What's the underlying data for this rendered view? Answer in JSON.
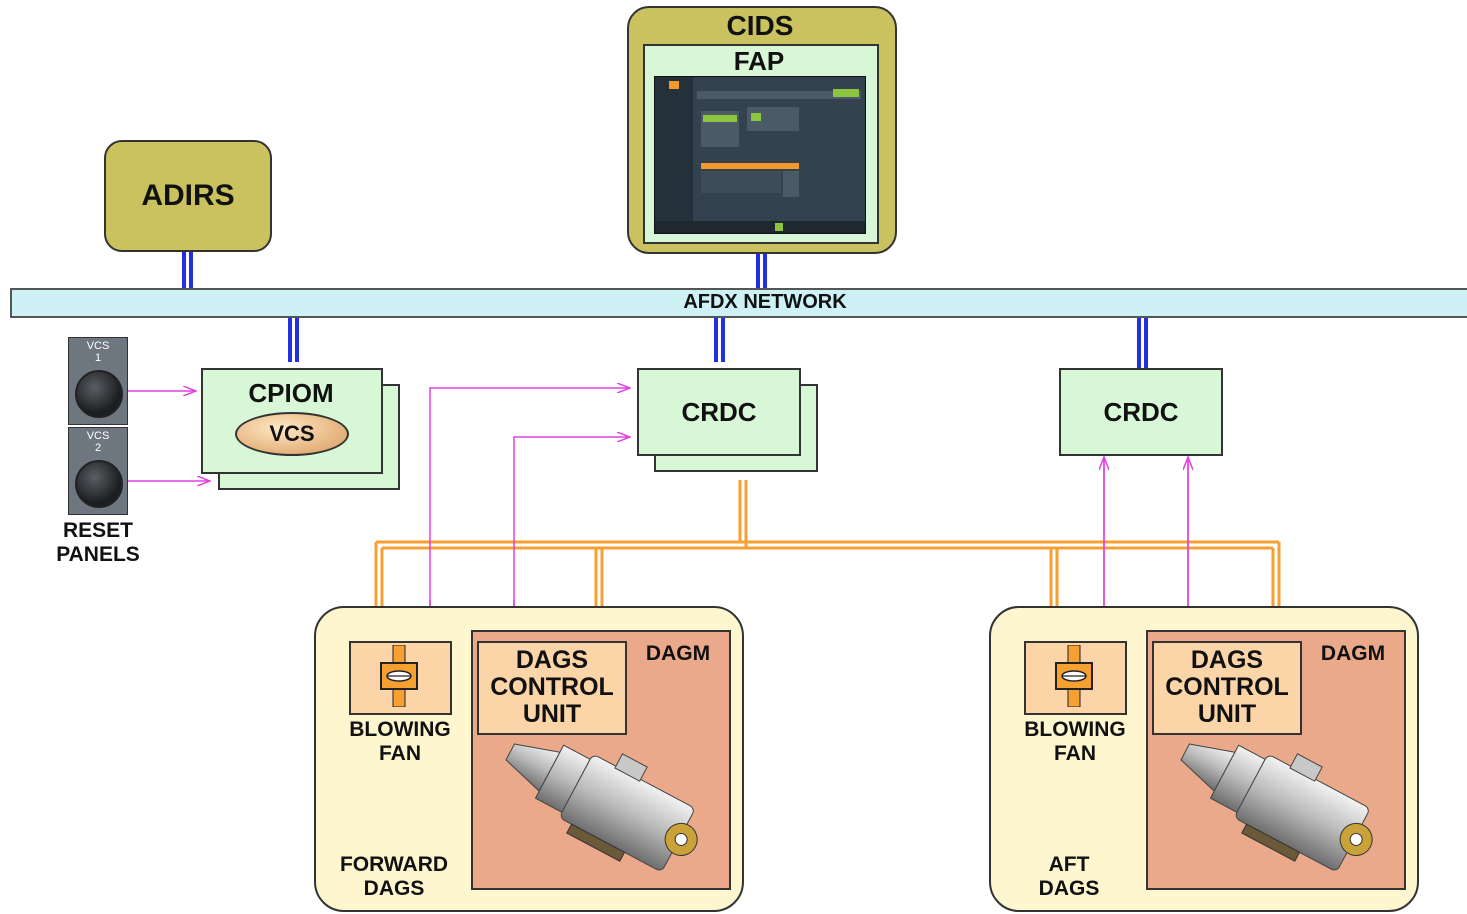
{
  "cids": {
    "title": "CIDS",
    "fap": "FAP"
  },
  "adirs": "ADIRS",
  "network": "AFDX NETWORK",
  "cpiom": {
    "title": "CPIOM",
    "vcs": "VCS"
  },
  "crdc_left": "CRDC",
  "crdc_right": "CRDC",
  "reset_panels": {
    "label_line1": "RESET",
    "label_line2": "PANELS",
    "panel1_line1": "VCS",
    "panel1_line2": "1",
    "panel2_line1": "VCS",
    "panel2_line2": "2"
  },
  "forward": {
    "fan_line1": "BLOWING",
    "fan_line2": "FAN",
    "dcu_line1": "DAGS",
    "dcu_line2": "CONTROL",
    "dcu_line3": "UNIT",
    "dagm": "DAGM",
    "group_line1": "FORWARD",
    "group_line2": "DAGS"
  },
  "aft": {
    "fan_line1": "BLOWING",
    "fan_line2": "FAN",
    "dcu_line1": "DAGS",
    "dcu_line2": "CONTROL",
    "dcu_line3": "UNIT",
    "dagm": "DAGM",
    "group_line1": "AFT",
    "group_line2": "DAGS"
  },
  "colors": {
    "network_bus": "#cdf1f5",
    "afdx_link": "#2430e0",
    "discrete": "#e040e0",
    "bus_orange": "#f5a030",
    "khaki": "#c9c25e",
    "dags_bg": "#fdf6cf",
    "dagm_bg": "#e9a98a"
  }
}
